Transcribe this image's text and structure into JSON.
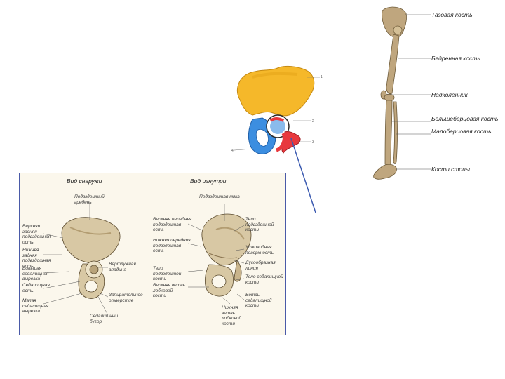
{
  "colors": {
    "ilium": "#f5b82a",
    "ischium": "#3c8ee0",
    "pubis": "#e8383d",
    "bone": "#bfa67e",
    "pointer": "#3b5ab0",
    "panel_border": "#4a5aa8"
  },
  "pelvis_numbers": [
    "1",
    "2",
    "3",
    "4"
  ],
  "leg_labels": [
    "Тазовая кость",
    "Бедренная кость",
    "Надколенник",
    "Большеберцовая кость",
    "Малоберцовая кость",
    "Кости стопы"
  ],
  "panel": {
    "title_left": "Вид снаружи",
    "title_right": "Вид изнутри",
    "left_labels": {
      "crest": "Подвздошный гребень",
      "l1": "Верхняя задняя подвздошная ость",
      "l2": "Нижняя задняя подвздошная ость",
      "l3": "Большая седалищная вырезка",
      "l4": "Седалищная ость",
      "l5": "Малая седалищная вырезка",
      "acetabulum": "Вертлужная впадина",
      "obturator": "Запирательное отверстие",
      "tuber": "Седалищный бугор"
    },
    "right_labels": {
      "fossa": "Подвздошная ямка",
      "r1": "Верхняя передняя подвздошная ость",
      "r2": "Нижняя передняя подвздошная ость",
      "r3": "Тело подвздошной кости",
      "r4": "Верхняя ветвь лобковой кости",
      "r5": "Нижняя ветвь лобковой кости",
      "s1": "Тело подвздошной кости",
      "s2": "Ушковидная поверхность",
      "s3": "Дугообразная линия",
      "s4": "Тело седалищной кости",
      "s5": "Ветвь седалищной кости"
    }
  }
}
